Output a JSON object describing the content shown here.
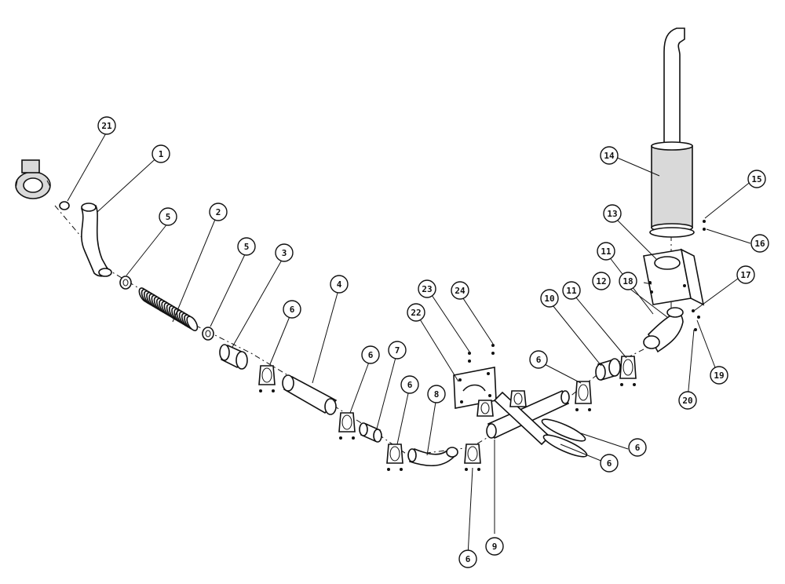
{
  "diagram": {
    "type": "exploded-parts-diagram",
    "callouts": [
      {
        "id": "c21",
        "label": "21"
      },
      {
        "id": "c1",
        "label": "1"
      },
      {
        "id": "c5a",
        "label": "5"
      },
      {
        "id": "c2",
        "label": "2"
      },
      {
        "id": "c5b",
        "label": "5"
      },
      {
        "id": "c3",
        "label": "3"
      },
      {
        "id": "c6a",
        "label": "6"
      },
      {
        "id": "c4",
        "label": "4"
      },
      {
        "id": "c6b",
        "label": "6"
      },
      {
        "id": "c7",
        "label": "7"
      },
      {
        "id": "c6c",
        "label": "6"
      },
      {
        "id": "c8",
        "label": "8"
      },
      {
        "id": "c22",
        "label": "22"
      },
      {
        "id": "c23",
        "label": "23"
      },
      {
        "id": "c24",
        "label": "24"
      },
      {
        "id": "c6d",
        "label": "6"
      },
      {
        "id": "c9",
        "label": "9"
      },
      {
        "id": "c6e",
        "label": "6"
      },
      {
        "id": "c6f",
        "label": "6"
      },
      {
        "id": "c6g",
        "label": "6"
      },
      {
        "id": "c10",
        "label": "10"
      },
      {
        "id": "c11a",
        "label": "11"
      },
      {
        "id": "c11b",
        "label": "11"
      },
      {
        "id": "c12",
        "label": "12"
      },
      {
        "id": "c13",
        "label": "13"
      },
      {
        "id": "c14",
        "label": "14"
      },
      {
        "id": "c15",
        "label": "15"
      },
      {
        "id": "c16",
        "label": "16"
      },
      {
        "id": "c17",
        "label": "17"
      },
      {
        "id": "c18",
        "label": "18"
      },
      {
        "id": "c19",
        "label": "19"
      },
      {
        "id": "c20",
        "label": "20"
      }
    ]
  }
}
